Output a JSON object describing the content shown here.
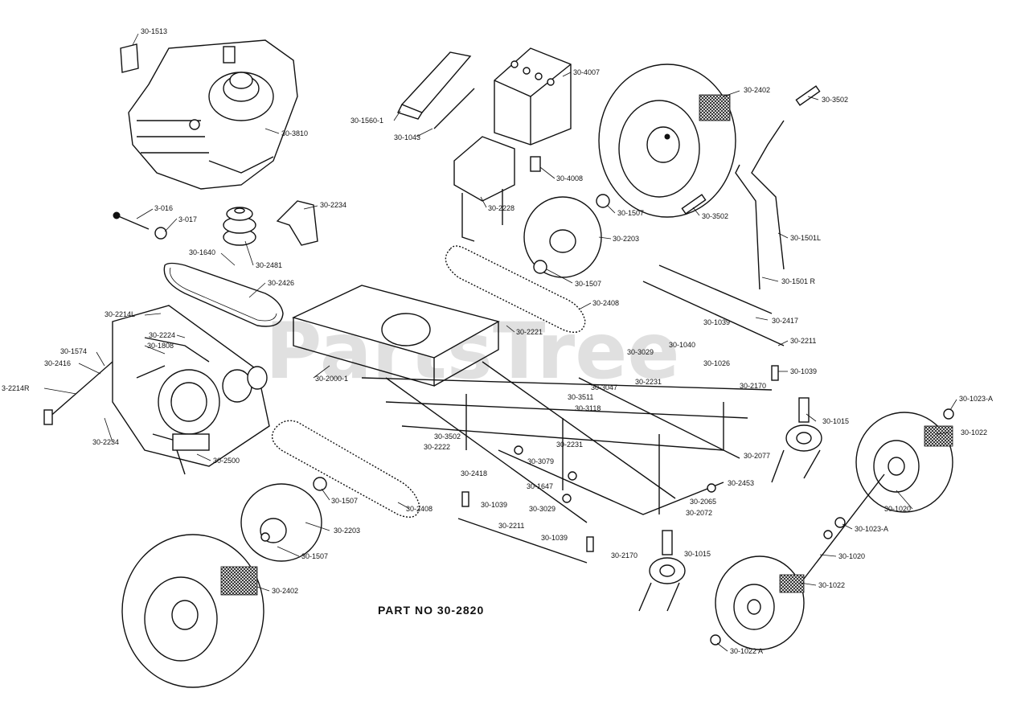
{
  "title": "PART NO 30-2820",
  "watermark": "PartsTree",
  "labels": {
    "l1513": "30-1513",
    "l3810": "30-3810",
    "l3016": "3-016",
    "l3017": "3-017",
    "l2234": "30-2234",
    "l1640": "30-1640",
    "l2481": "30-2481",
    "l2426": "30-2426",
    "l2214L": "30-2214L",
    "l2224": "30-2224",
    "l1808": "30-1808",
    "l1574": "30-1574",
    "l2416": "30-2416",
    "l2214R": "3-2214R",
    "l2234b": "30-2234",
    "l2500": "30-2500",
    "l1560": "30-1560-1",
    "l1043": "30-1043",
    "l4007": "30-4007",
    "l2228": "30-2228",
    "l4008": "30-4008",
    "l1507a": "30-1507",
    "l2203a": "30-2203",
    "l1507b": "30-1507",
    "l2408a": "30-2408",
    "l2221": "30-2221",
    "l2000": "30-2000-1",
    "l2402a": "30-2402",
    "l3502a": "30-3502",
    "l3502b": "30-3502",
    "l1501L": "30-1501L",
    "l1501R": "30-1501 R",
    "l2417": "30-2417",
    "l1039a": "30-1039",
    "l2211a": "30-2211",
    "l3029a": "30-3029",
    "l1040": "30-1040",
    "l1026": "30-1026",
    "l1039b": "30-1039",
    "l2231a": "30-2231",
    "l3047": "30-3047",
    "l3511": "30-3511",
    "l3118": "30-3118",
    "l2170a": "30-2170",
    "l3502c": "30-3502",
    "l2222": "30-2222",
    "l2231b": "30-2231",
    "l3079": "30-3079",
    "l2418": "30-2418",
    "l1647": "30-1647",
    "l2077": "30-2077",
    "l2453": "30-2453",
    "l1039c": "30-1039",
    "l3029b": "30-3029",
    "l2065": "30-2065",
    "l2072": "30-2072",
    "l2211b": "30-2211",
    "l1039d": "30-1039",
    "l2170b": "30-2170",
    "l1015a": "30-1015",
    "l1015b": "30-1015",
    "l2408b": "30-2408",
    "l1507c": "30-1507",
    "l2203b": "30-2203",
    "l1507d": "30-1507",
    "l2402b": "30-2402",
    "l1023A1": "30-1023-A",
    "l1022a": "30-1022",
    "l1020a": "30-1020",
    "l1023A2": "30-1023-A",
    "l1020b": "30-1020",
    "l1022b": "30-1022",
    "l1022A3": "30-1022 A"
  }
}
